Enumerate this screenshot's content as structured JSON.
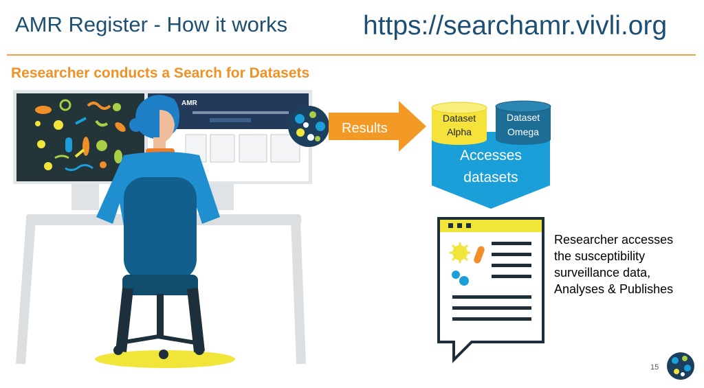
{
  "slide": {
    "title": "AMR Register - How it works",
    "url": "https://searchamr.vivli.org",
    "subtitle": "Researcher conducts a Search for Datasets",
    "results_label": "Results",
    "dataset_alpha": [
      "Dataset",
      "Alpha"
    ],
    "dataset_omega": [
      "Dataset",
      "Omega"
    ],
    "accesses": [
      "Accesses",
      "datasets"
    ],
    "description_lines": [
      "Researcher accesses",
      "the susceptibility",
      "surveillance data,",
      "Analyses & Publishes"
    ],
    "page_number": "15",
    "screen_header": "AMR"
  },
  "colors": {
    "title": "#1c4f73",
    "accent_orange": "#ef9125",
    "dataset_yellow": "#f5e33b",
    "dataset_blue": "#1d6e96",
    "funnel_blue": "#1b9fd9",
    "shirt_blue": "#1f8fcf"
  },
  "icons": [
    "bacteria-icon",
    "globe-logo-icon",
    "document-icon",
    "speech-bubble-icon"
  ]
}
